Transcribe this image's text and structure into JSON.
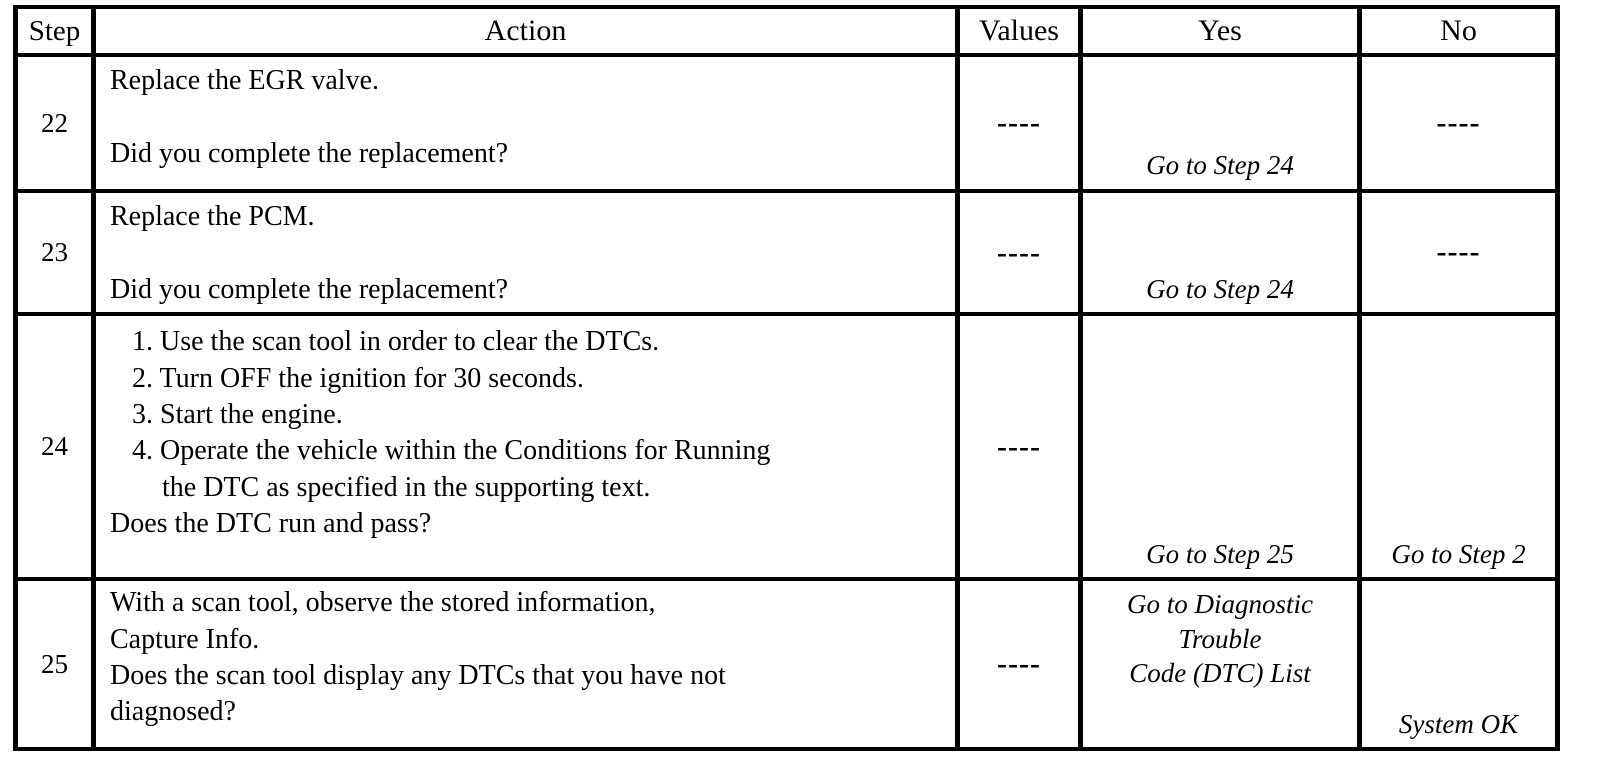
{
  "table": {
    "headers": {
      "step": "Step",
      "action": "Action",
      "values": "Values",
      "yes": "Yes",
      "no": "No"
    },
    "rows": [
      {
        "step": "22",
        "action_lines": [
          "Replace the EGR valve.",
          "",
          "Did you complete the replacement?"
        ],
        "values": "----",
        "yes_lines": [
          "Go to Step 24"
        ],
        "no_lines": [
          "----"
        ]
      },
      {
        "step": "23",
        "action_lines": [
          "Replace the PCM.",
          "",
          "Did you complete the replacement?"
        ],
        "values": "----",
        "yes_lines": [
          "Go to Step 24"
        ],
        "no_lines": [
          "----"
        ]
      },
      {
        "step": "24",
        "action_numbered": [
          "1. Use the scan tool in order to clear the DTCs.",
          "2. Turn OFF the ignition for 30 seconds.",
          "3. Start the engine.",
          "4. Operate the vehicle within the Conditions for Running",
          "the DTC as specified in the supporting text."
        ],
        "action_tail": "Does the DTC run and pass?",
        "values": "----",
        "yes_lines": [
          "Go to Step 25"
        ],
        "no_lines": [
          "Go to Step 2"
        ]
      },
      {
        "step": "25",
        "action_lines": [
          "With a scan tool, observe the stored information,",
          "Capture Info.",
          "Does the scan tool display any DTCs that you have not",
          "diagnosed?"
        ],
        "values": "----",
        "yes_lines": [
          "Go to Diagnostic",
          "Trouble",
          "Code (DTC) List"
        ],
        "no_lines": [
          "System OK"
        ]
      }
    ]
  },
  "colors": {
    "rule": "#000000",
    "background": "#ffffff",
    "text": "#000000"
  }
}
